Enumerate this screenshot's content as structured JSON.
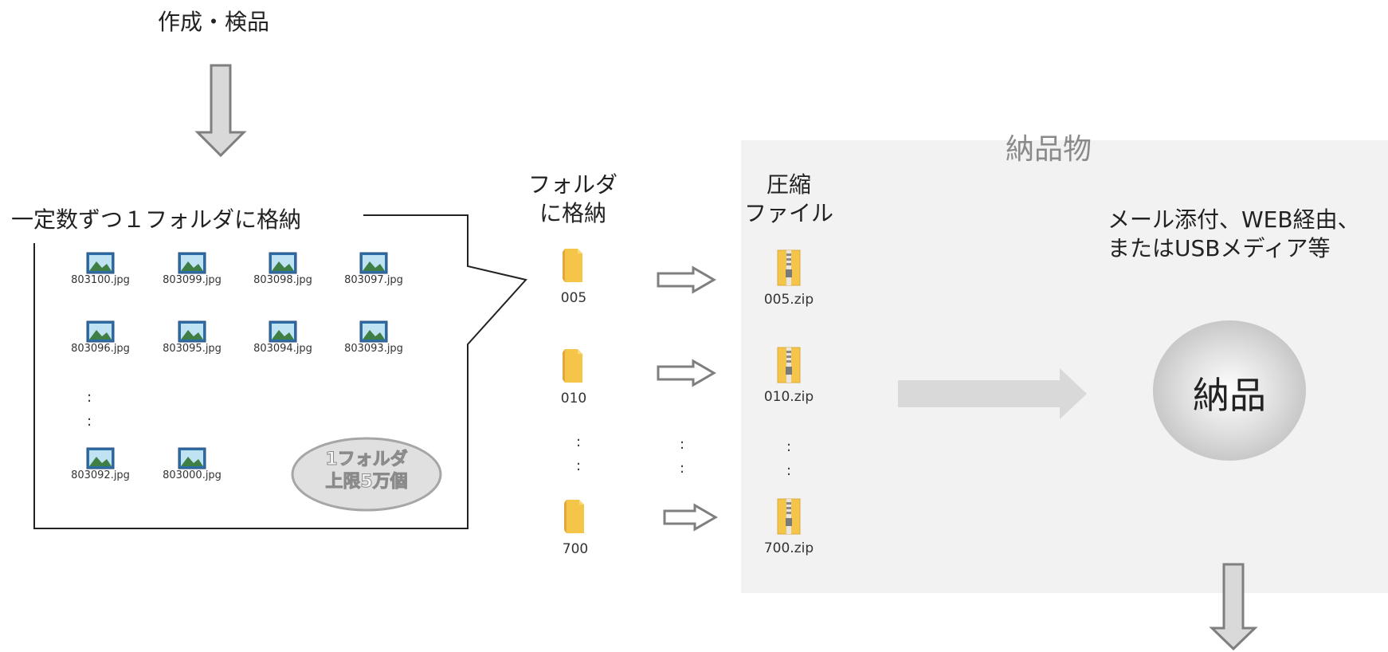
{
  "top_step": "作成・検品",
  "store_caption": "一定数ずつ１フォルダに格納",
  "files": [
    "803100.jpg",
    "803099.jpg",
    "803098.jpg",
    "803097.jpg",
    "803096.jpg",
    "803095.jpg",
    "803094.jpg",
    "803093.jpg",
    "803092.jpg",
    "803000.jpg"
  ],
  "ellipsis": ":",
  "limit_badge": {
    "line1": "1フォルダ",
    "line2": "上限5万個"
  },
  "folder_header": {
    "line1": "フォルダ",
    "line2": "に格納"
  },
  "folders": [
    "005",
    "010",
    "700"
  ],
  "zip_header": {
    "line1": "圧縮",
    "line2": "ファイル"
  },
  "zips": [
    "005.zip",
    "010.zip",
    "700.zip"
  ],
  "deliverable_title": "納品物",
  "delivery_method": {
    "line1": "メール添付、WEB経由、",
    "line2": "またはUSBメディア等"
  },
  "delivery_node": "納品",
  "colors": {
    "panel": "#f2f2f2",
    "arrow_gray": "#c8c8c8",
    "folder": "#f5c54a"
  }
}
